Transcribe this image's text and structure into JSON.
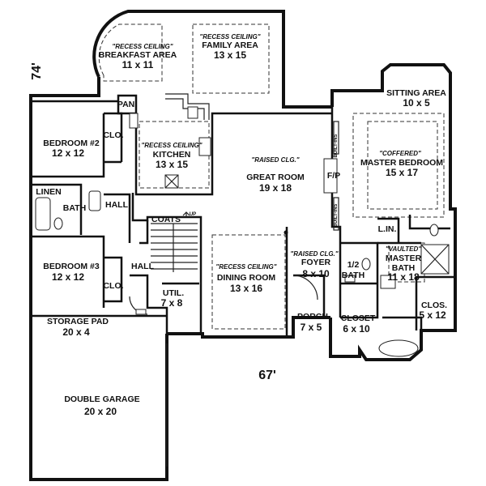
{
  "dims": {
    "depth": "74'",
    "width": "67'"
  },
  "rooms": {
    "breakfast": {
      "note": "\"RECESS CEILING\"",
      "name": "BREAKFAST AREA",
      "size": "11 x 11"
    },
    "family": {
      "note": "\"RECESS CEILING\"",
      "name": "FAMILY AREA",
      "size": "13 x 15"
    },
    "kitchen": {
      "note": "\"RECESS CEILING\"",
      "name": "KITCHEN",
      "size": "13 x 15"
    },
    "bedroom2": {
      "name": "BEDROOM #2",
      "size": "12 x 12"
    },
    "bedroom3": {
      "name": "BEDROOM #3",
      "size": "12 x 12"
    },
    "great": {
      "note": "\"RAISED CLG.\"",
      "name": "GREAT ROOM",
      "size": "19 x 18"
    },
    "dining": {
      "note": "\"RECESS CEILING\"",
      "name": "DINING ROOM",
      "size": "13 x 16"
    },
    "foyer": {
      "note": "\"RAISED CLG.\"",
      "name": "FOYER",
      "size": "8 x 10"
    },
    "porch": {
      "name": "PORCH",
      "size": "7 x 5"
    },
    "util": {
      "name": "UTIL.",
      "size": "7 x 8"
    },
    "sitting": {
      "name": "SITTING AREA",
      "size": "10 x 5"
    },
    "master": {
      "note": "\"COFFERED\"",
      "name": "MASTER BEDROOM",
      "size": "15 x 17"
    },
    "masterbath": {
      "note": "\"VAULTED\"",
      "name1": "MASTER",
      "name2": "BATH",
      "size": "11 x 18"
    },
    "halfbath": {
      "name1": "1/2",
      "name2": "BATH"
    },
    "closet": {
      "name": "CLOSET",
      "size": "6 x 10"
    },
    "clos": {
      "name": "CLOS.",
      "size": "5 x 12"
    },
    "storage": {
      "name": "STORAGE PAD",
      "size": "20 x 4"
    },
    "garage": {
      "name": "DOUBLE GARAGE",
      "size": "20 x 20"
    }
  },
  "labels": {
    "pan": "PAN.",
    "clo1": "CLO.",
    "clo2": "CLO.",
    "linen": "LINEN",
    "bath": "BATH",
    "hall1": "HALL",
    "hall2": "HALL",
    "coats": "COATS",
    "up": "UP",
    "fp": "F/P",
    "lin": "L.IN.",
    "builtin": "BUILT-INS"
  }
}
